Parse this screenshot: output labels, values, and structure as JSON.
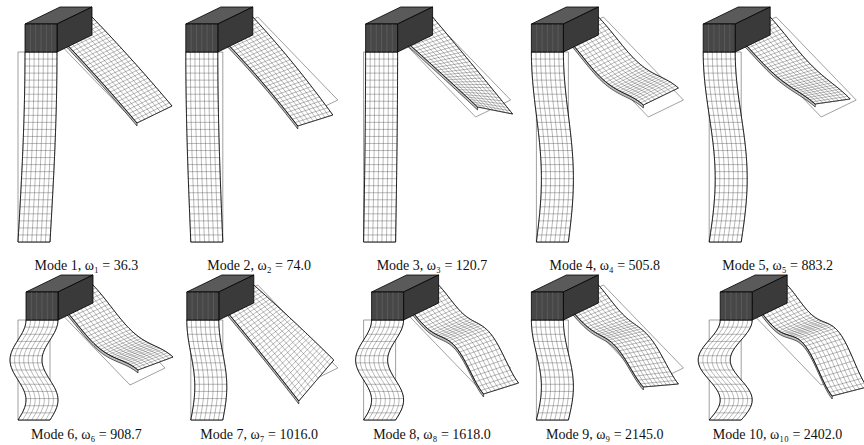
{
  "diagram": {
    "labels": [
      "Mode 1, ω₁ = 36.3",
      "Mode 2, ω₂ = 74.0",
      "Mode 3, ω₃ = 120.7",
      "Mode 4, ω₄ = 505.8",
      "Mode 5, ω₅ = 883.2",
      "Mode 6, ω₆ = 908.7",
      "Mode 7, ω₇ = 1016.0",
      "Mode 8, ω₈ = 1618.0",
      "Mode 9, ω₉ = 2145.0",
      "Mode 10, ω₁₀ = 2402.0"
    ]
  }
}
